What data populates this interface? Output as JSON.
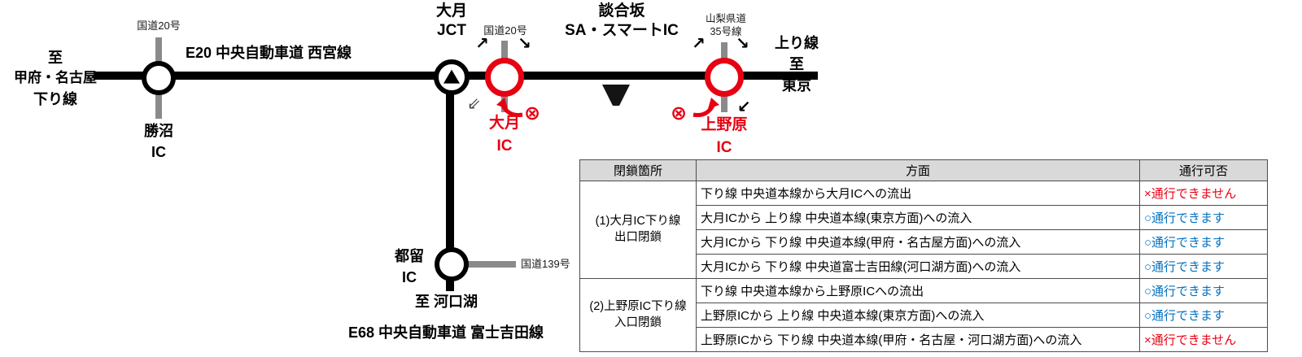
{
  "colors": {
    "closed_red": "#e60012",
    "open_blue": "#0070c0",
    "road_black": "#000000",
    "minor_road_gray": "#8a8a8a",
    "table_header_bg": "#d9d9d9"
  },
  "diagram": {
    "left_terminus": {
      "to": "至",
      "dest": "甲府・名古屋",
      "line": "下り線"
    },
    "right_terminus": {
      "line": "上り線",
      "to": "至",
      "dest": "東京"
    },
    "e20_label": "E20 中央自動車道  西宮線",
    "e68_label": "E68  中央自動車道 富士吉田線",
    "kawaguchiko_label": "至  河口湖",
    "katsunuma_ic": {
      "road": "国道20号",
      "name": "勝沼",
      "type": "IC"
    },
    "otsuki_jct": {
      "name": "大月",
      "type": "JCT"
    },
    "otsuki_ic": {
      "road": "国道20号",
      "name": "大月",
      "type": "IC"
    },
    "dangozaka_sa": {
      "name": "談合坂",
      "type": "SA・スマートIC"
    },
    "uenohara_ic": {
      "road_line1": "山梨県道",
      "road_line2": "35号線",
      "name": "上野原",
      "type": "IC"
    },
    "tsuru_ic": {
      "name": "都留",
      "type": "IC",
      "road": "国道139号"
    },
    "symbols": {
      "arrow_ne": "↗",
      "arrow_se": "↘",
      "arrow_sw": "↙",
      "arrow_sw_hollow": "⇙",
      "closed": "⊗"
    }
  },
  "table": {
    "headers": {
      "location": "閉鎖箇所",
      "direction": "方面",
      "status": "通行可否"
    },
    "groups": [
      {
        "loc_line1": "(1)大月IC下り線",
        "loc_line2": "出口閉鎖",
        "rows": [
          {
            "direction": "下り線 中央道本線から大月ICへの流出",
            "status": "×通行できません",
            "passable": false
          },
          {
            "direction": "大月ICから 上り線 中央道本線(東京方面)への流入",
            "status": "○通行できます",
            "passable": true
          },
          {
            "direction": "大月ICから 下り線 中央道本線(甲府・名古屋方面)への流入",
            "status": "○通行できます",
            "passable": true
          },
          {
            "direction": "大月ICから 下り線 中央道富士吉田線(河口湖方面)への流入",
            "status": "○通行できます",
            "passable": true
          }
        ]
      },
      {
        "loc_line1": "(2)上野原IC下り線",
        "loc_line2": "入口閉鎖",
        "rows": [
          {
            "direction": "下り線 中央道本線から上野原ICへの流出",
            "status": "○通行できます",
            "passable": true
          },
          {
            "direction": "上野原ICから 上り線 中央道本線(東京方面)への流入",
            "status": "○通行できます",
            "passable": true
          },
          {
            "direction": "上野原ICから 下り線 中央道本線(甲府・名古屋・河口湖方面)への流入",
            "status": "×通行できません",
            "passable": false
          }
        ]
      }
    ]
  }
}
